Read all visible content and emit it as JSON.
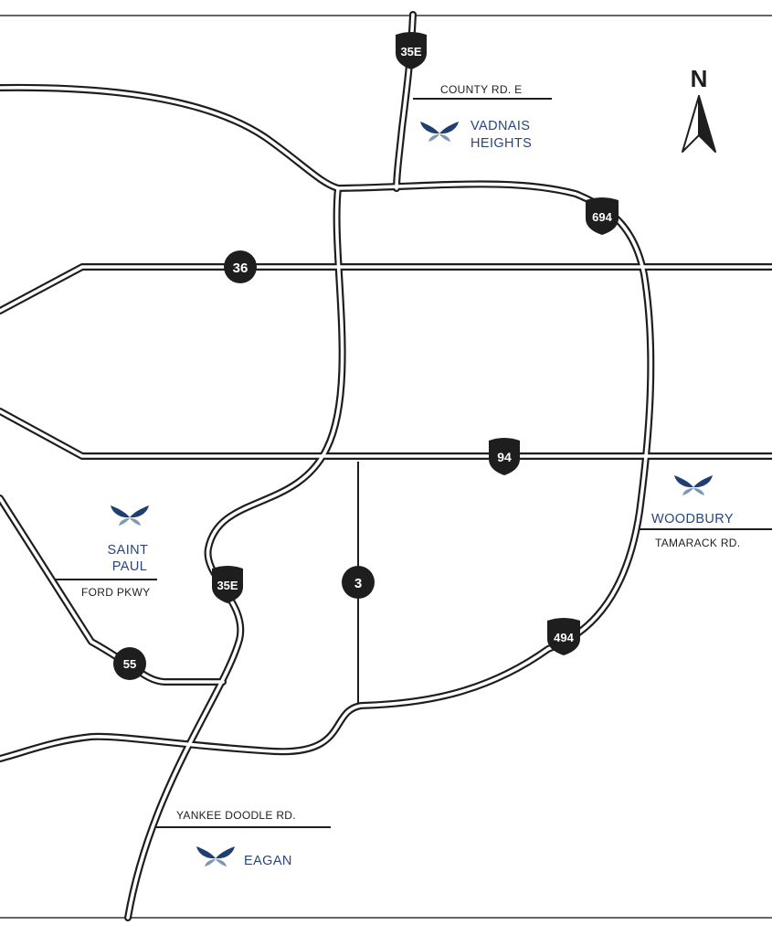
{
  "compass": {
    "label": "N"
  },
  "shields": {
    "i35e_north": "35E",
    "i694": "694",
    "hwy36": "36",
    "i94": "94",
    "i35e_south": "35E",
    "hwy3": "3",
    "i494": "494",
    "hwy55": "55"
  },
  "streets": {
    "county_rd_e": "COUNTY RD. E",
    "tamarack_rd": "TAMARACK RD.",
    "ford_pkwy": "FORD PKWY",
    "yankee_doodle_rd": "YANKEE DOODLE RD."
  },
  "cities": {
    "vadnais_heights": [
      "VADNAIS",
      "HEIGHTS"
    ],
    "woodbury": [
      "WOODBURY"
    ],
    "saint_paul": [
      "SAINT",
      "PAUL"
    ],
    "eagan": [
      "EAGAN"
    ]
  },
  "colors": {
    "road": "#1e1e1e",
    "city_text": "#27477a",
    "leaf_dark": "#1f3f73",
    "leaf_light": "#7f97b3"
  },
  "icons": {
    "city_marker": "butterfly-leaf-icon",
    "north_arrow": "north-arrow-icon"
  }
}
